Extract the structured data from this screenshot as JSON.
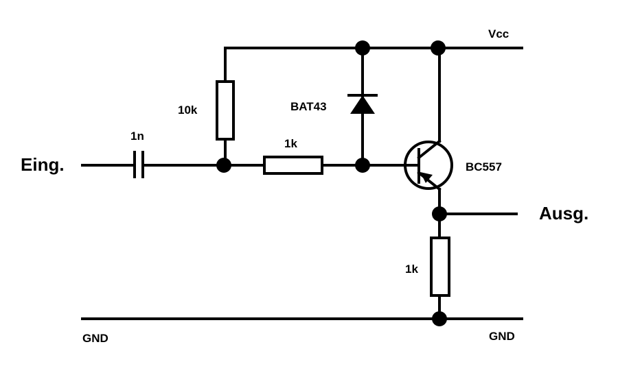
{
  "labels": {
    "input": "Eing.",
    "output": "Ausg.",
    "vcc": "Vcc",
    "gnd_left": "GND",
    "gnd_right": "GND",
    "capacitor": "1n",
    "resistor_pullup": "10k",
    "resistor_series": "1k",
    "diode": "BAT43",
    "transistor": "BC557",
    "resistor_emitter": "1k"
  },
  "colors": {
    "line": "#000000",
    "background": "#ffffff"
  }
}
